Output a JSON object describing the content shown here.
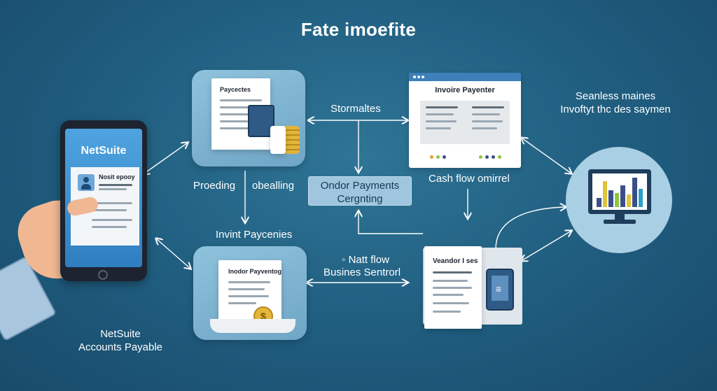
{
  "title": "Fate imoefite",
  "phone": {
    "brand": "NetSuite",
    "contact_label": "Nosit epooy"
  },
  "left_caption": {
    "line1": "NetSuite",
    "line2": "Accounts Payable"
  },
  "top_doc": {
    "label": "Paycectes"
  },
  "bottom_doc": {
    "label": "Inodor Payventog"
  },
  "labels": {
    "stormaltes": "Stormaltes",
    "proeding": "Proeding",
    "obealling": "obealling",
    "invint_paycenies": "Invint Paycenies",
    "natt_flow": "Natt flow",
    "busines_sentrorl": "Busines Sentrorl",
    "cash_flow": "Cash flow omirrel"
  },
  "center_pill": {
    "line1": "Ondor Payments",
    "line2": "Cergnting"
  },
  "invoice_window": {
    "title": "Invoire Payenter"
  },
  "vendor_doc": {
    "title": "Veandor I ses"
  },
  "right_caption": {
    "line1": "Seanless maines",
    "line2": "Invoftyt thc des saymen"
  },
  "chart_bars": [
    {
      "value": 0.3,
      "color": "#3a4f8a"
    },
    {
      "value": 0.85,
      "color": "#e2c43a"
    },
    {
      "value": 0.55,
      "color": "#3a4f8a"
    },
    {
      "value": 0.45,
      "color": "#8cc63f"
    },
    {
      "value": 0.7,
      "color": "#3a4f8a"
    },
    {
      "value": 0.4,
      "color": "#e2c43a"
    },
    {
      "value": 0.95,
      "color": "#3a4f8a"
    },
    {
      "value": 0.6,
      "color": "#2aa1c9"
    }
  ],
  "colors": {
    "background": "#1f5c7e",
    "tile": "#7fb4d2",
    "phone_blue": "#3b8fd0",
    "coin": "#e3b53a"
  }
}
